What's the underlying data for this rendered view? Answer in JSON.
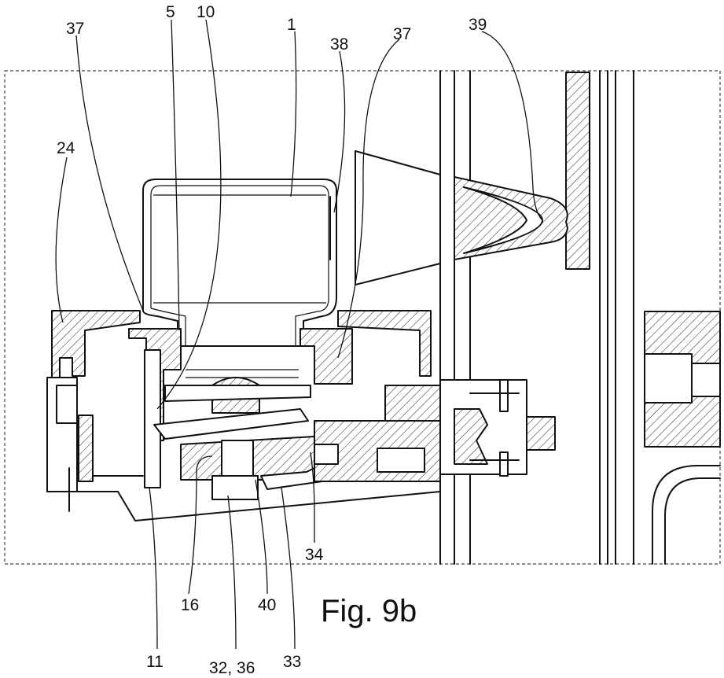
{
  "figure": {
    "caption": "Fig. 9b",
    "labels": {
      "l37a": "37",
      "l5": "5",
      "l10": "10",
      "l1": "1",
      "l38": "38",
      "l37b": "37",
      "l39": "39",
      "l24": "24",
      "l34": "34",
      "l16": "16",
      "l40": "40",
      "l11": "11",
      "l32_36": "32, 36",
      "l33": "33"
    }
  }
}
